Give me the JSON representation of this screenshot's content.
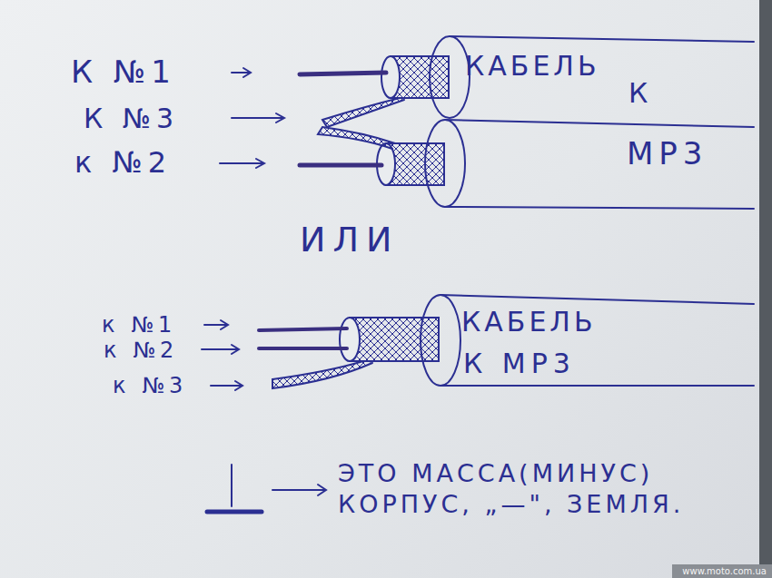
{
  "diagram": {
    "labels": [
      "К №1",
      "К №3",
      "к №2",
      "КАБЕЛЬ",
      "К",
      "МР3",
      "ИЛИ",
      "к №1",
      "к №2",
      "к №3",
      "КАБЕЛЬ",
      "К МР3",
      "www.moto.com.ua"
    ],
    "legend": [
      {
        "text": "ЭТО МАССА(МИНУС) КОРПУС, „—\", ЗЕМЛЯ."
      }
    ]
  }
}
